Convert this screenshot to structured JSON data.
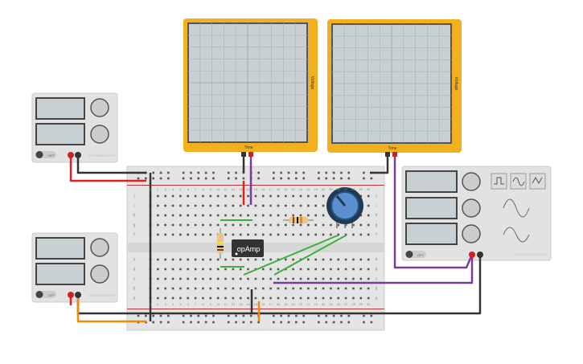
{
  "oscilloscopes": [
    {
      "x_label": "Time",
      "y_label": "Voltage"
    },
    {
      "x_label": "Time",
      "y_label": "Voltage"
    }
  ],
  "power_supplies": [
    {
      "switch_label": "OFF",
      "brand": "DC POWER SUPPLY"
    },
    {
      "switch_label": "OFF",
      "brand": "DC POWER SUPPLY"
    }
  ],
  "function_generator": {
    "switch_label": "OFF",
    "brand": "FUNCTION GENERATOR"
  },
  "breadboard": {
    "columns": [
      1,
      2,
      3,
      4,
      5,
      6,
      7,
      8,
      9,
      10,
      11,
      12,
      13,
      14,
      15,
      16,
      17,
      18,
      19,
      20,
      21,
      22,
      23,
      24,
      25,
      26,
      27,
      28,
      29,
      30
    ],
    "rows_top": [
      "j",
      "i",
      "h",
      "g",
      "f"
    ],
    "rows_bottom": [
      "e",
      "d",
      "c",
      "b",
      "a"
    ]
  },
  "chip": {
    "label": "opAmp"
  },
  "colors": {
    "scope": "#f2b01e",
    "screen": "#c8d0d4",
    "wire_red": "#e0221f",
    "wire_black": "#333333",
    "wire_purple": "#7a3a9a",
    "wire_green": "#3cb03c",
    "wire_orange": "#f08a00",
    "pot": "#5a8fd0"
  }
}
